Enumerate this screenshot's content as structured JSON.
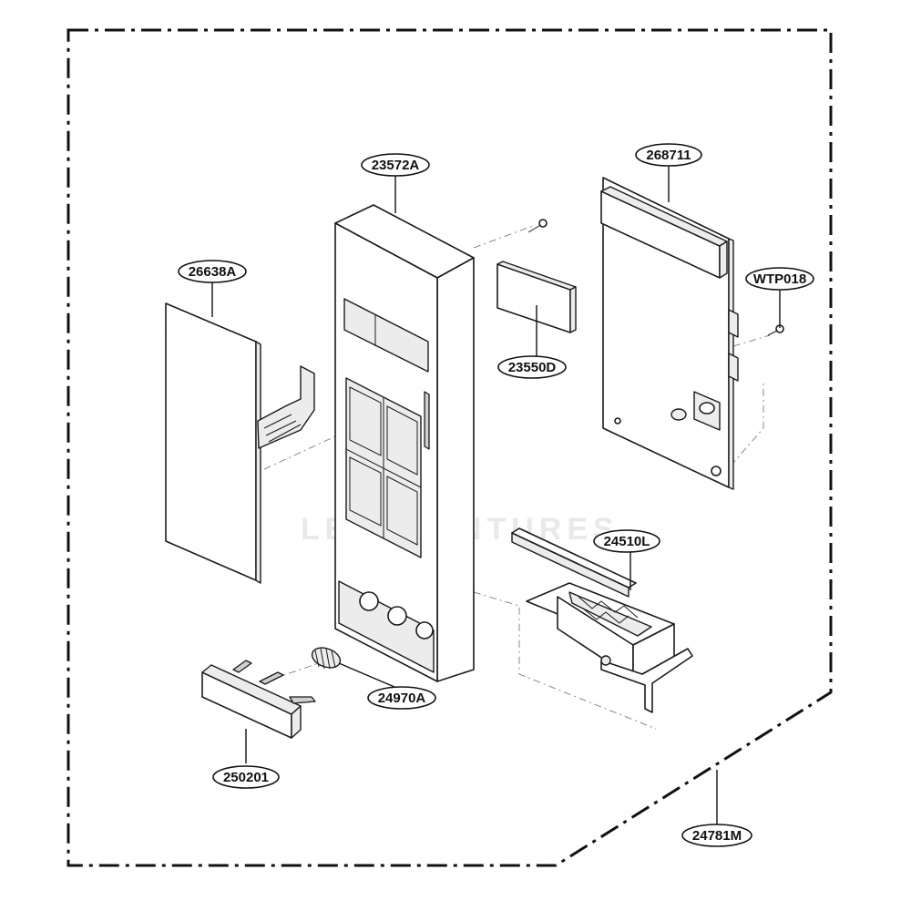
{
  "watermark": "LEADVENTURES",
  "boundary_label": "24781M",
  "parts": {
    "front_panel": "23572A",
    "membrane_switch": "26638A",
    "pcb_assembly": "268711",
    "screw": "WTP018",
    "display_window": "23550D",
    "door_latch": "24510L",
    "spring": "24970A",
    "button": "250201"
  }
}
